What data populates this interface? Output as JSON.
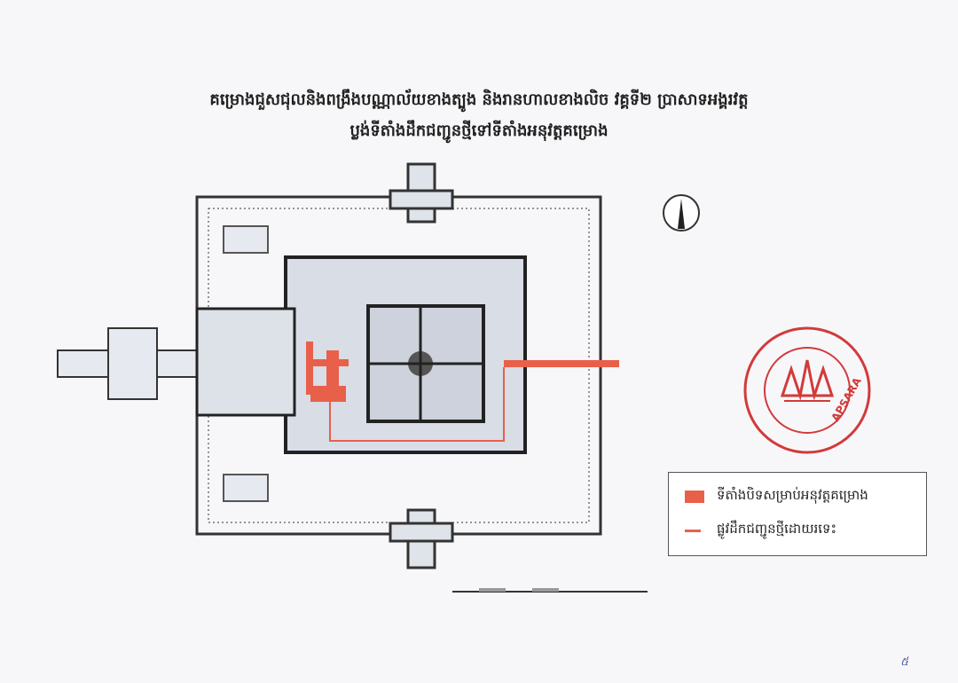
{
  "title": {
    "line1": "គម្រោងជួសជុលនិងពង្រឹងបណ្ណាល័យខាងត្បូង និងរានហាលខាងលិច វគ្គទី២ ប្រាសាទអង្គរវត្ត",
    "line2": "ប្លង់ទីតាំងដឹកជញ្ជូនថ្មីទៅទីតាំងអនុវត្តគម្រោង"
  },
  "legend": {
    "items": [
      {
        "label": "ទីតាំងបិទសម្រាប់អនុវត្តគម្រោង",
        "symbol": "filled-rect"
      },
      {
        "label": "ផ្លូវដឹកជញ្ជូនថ្មីដោយរទេះ",
        "symbol": "line"
      }
    ]
  },
  "stamp": {
    "text": "APSARA"
  },
  "page_mark": "៥",
  "colors": {
    "highlight": "#e8604a",
    "plan": "#333333",
    "stamp": "#d23a3a"
  }
}
